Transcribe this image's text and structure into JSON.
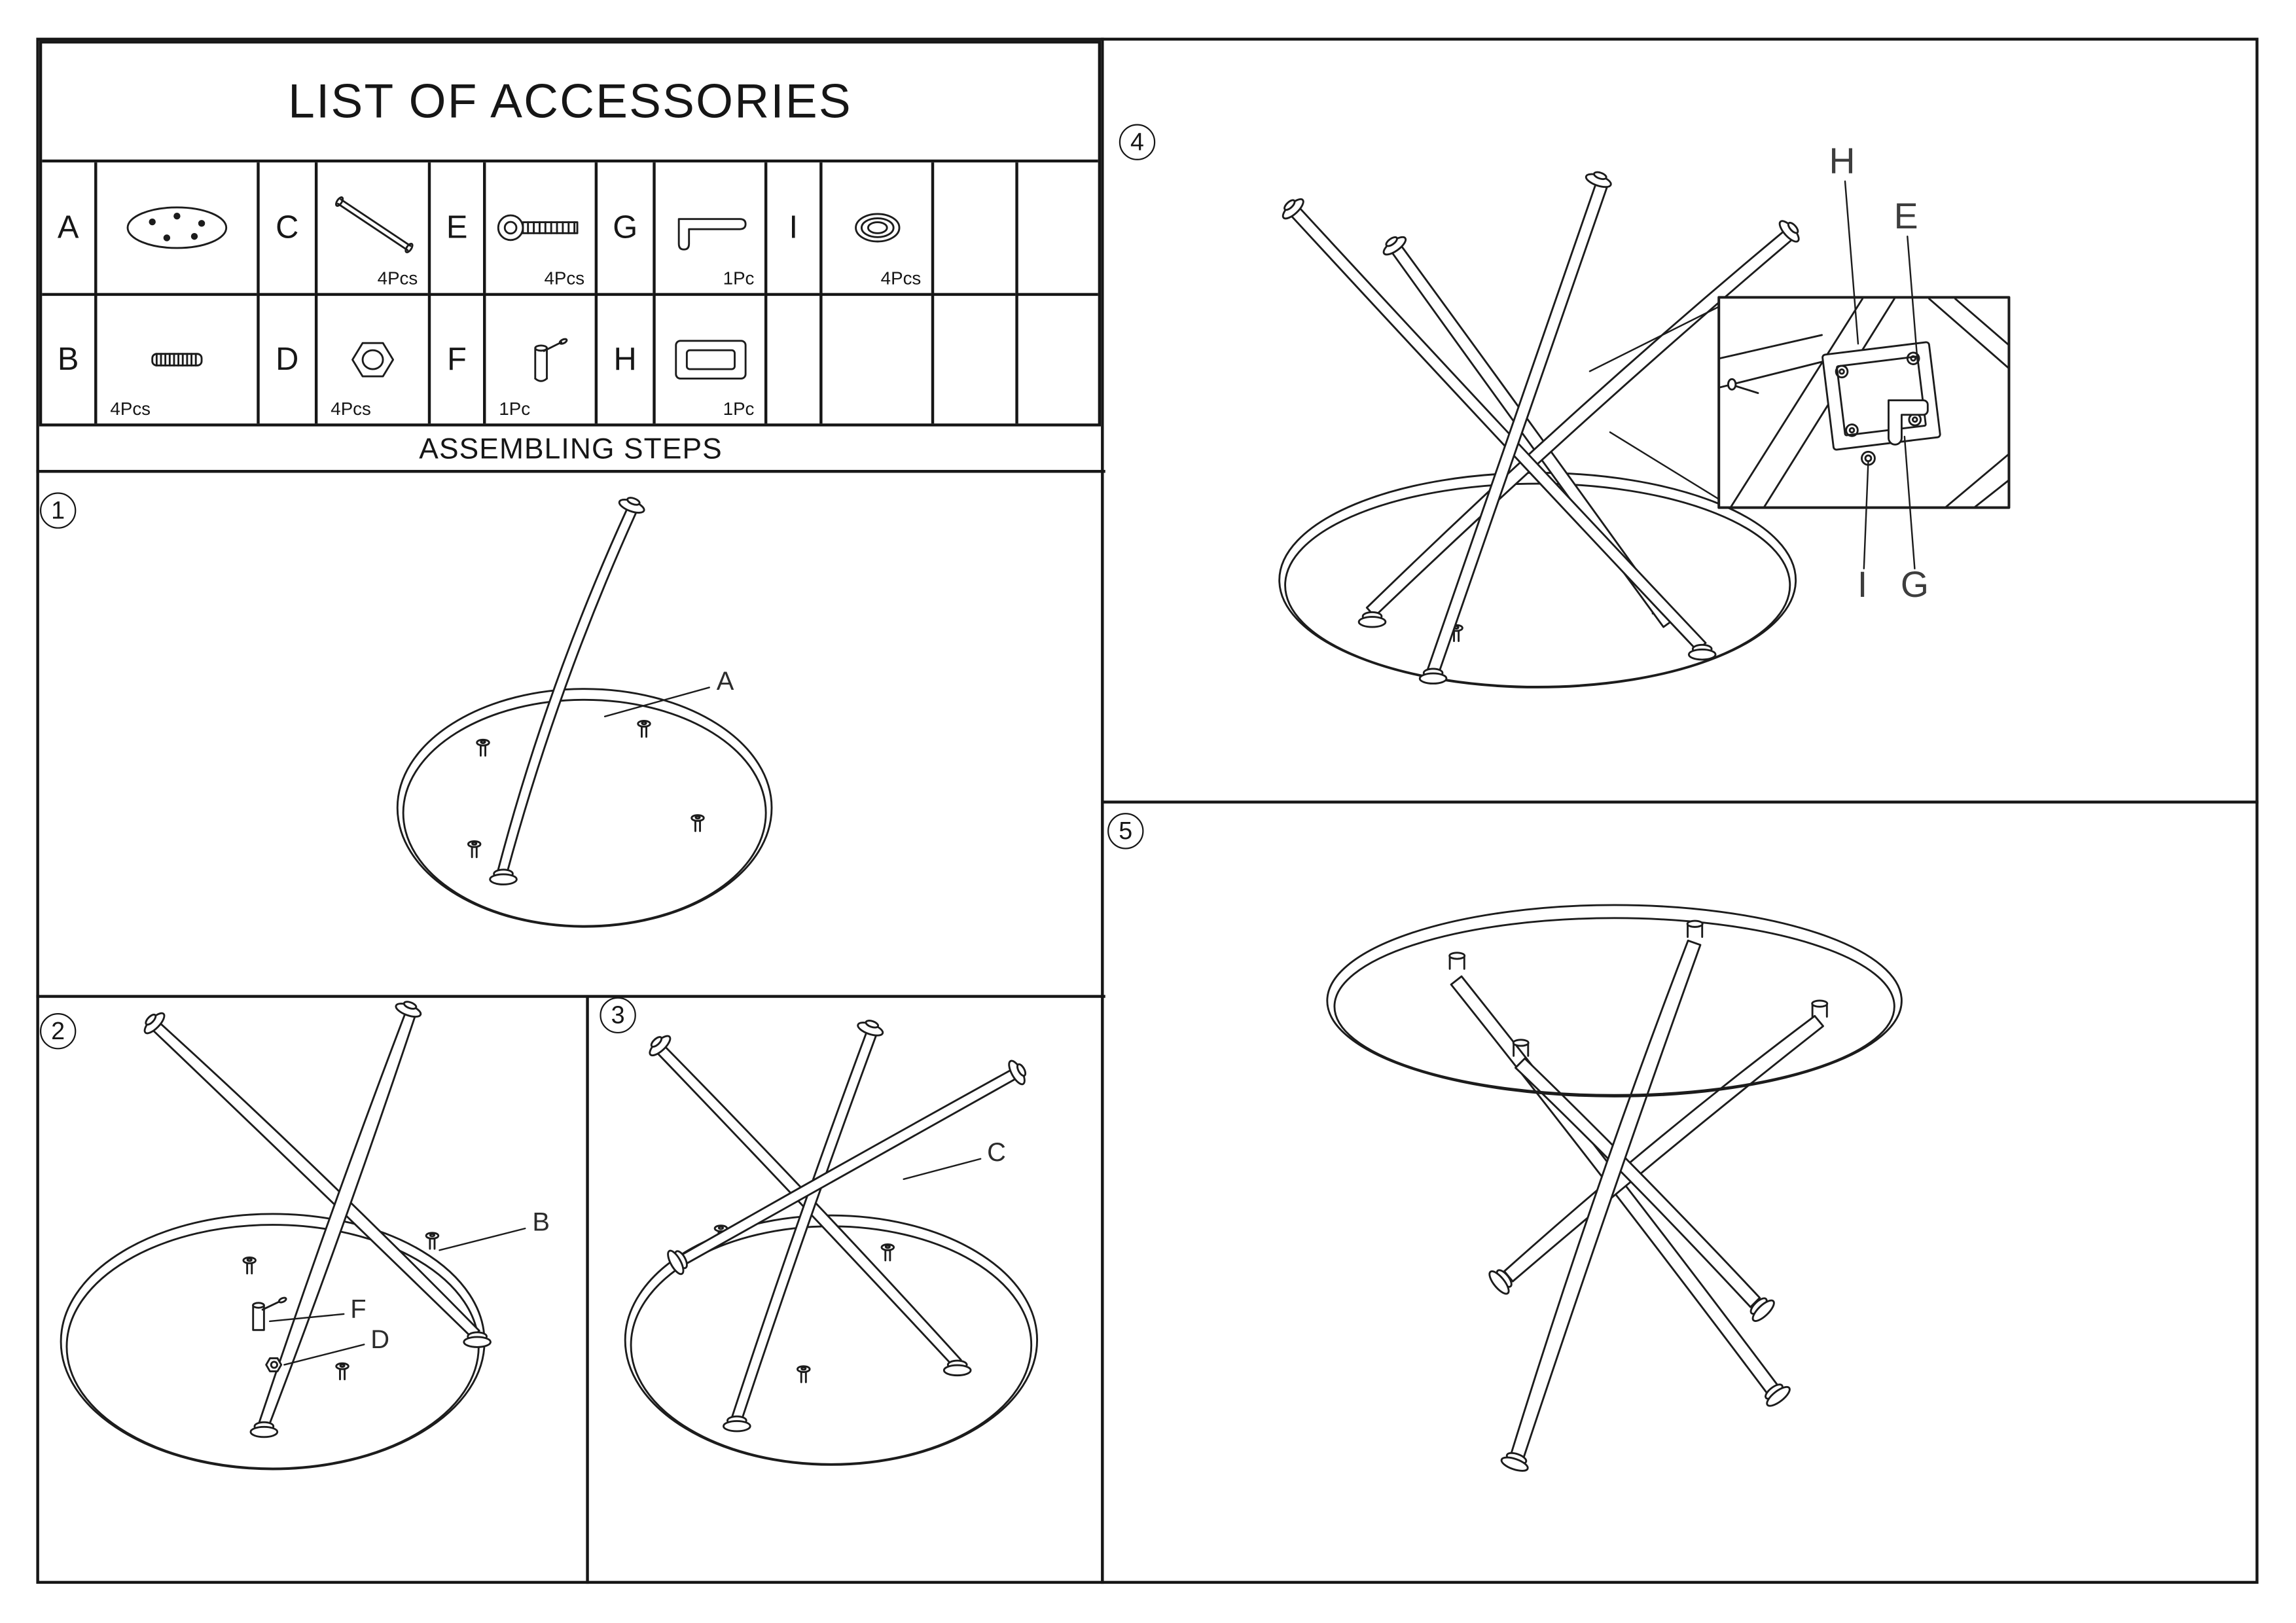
{
  "style": {
    "ink": "#1c1c1c",
    "paper": "#ffffff"
  },
  "sheet": {
    "accessories": {
      "title": "LIST OF ACCESSORIES",
      "row1": [
        {
          "letter": "A",
          "qty": "",
          "icon": "mounting-plate-icon"
        },
        {
          "letter": "C",
          "qty": "4Pcs",
          "icon": "leg-rod-icon"
        },
        {
          "letter": "E",
          "qty": "4Pcs",
          "icon": "machine-screw-icon"
        },
        {
          "letter": "G",
          "qty": "1Pc",
          "icon": "allen-key-icon"
        },
        {
          "letter": "I",
          "qty": "4Pcs",
          "icon": "washer-icon"
        }
      ],
      "row2": [
        {
          "letter": "B",
          "qty": "4Pcs",
          "icon": "threaded-stud-icon"
        },
        {
          "letter": "D",
          "qty": "4Pcs",
          "icon": "hex-nut-icon"
        },
        {
          "letter": "F",
          "qty": "1Pc",
          "icon": "spacer-bolt-icon"
        },
        {
          "letter": "H",
          "qty": "1Pc",
          "icon": "frame-bracket-icon"
        }
      ]
    },
    "assembling": {
      "header": "ASSEMBLING STEPS",
      "step1": {
        "number": "1",
        "labels": [
          "A"
        ]
      },
      "step2": {
        "number": "2",
        "labels": [
          "B",
          "F",
          "D"
        ]
      },
      "step3": {
        "number": "3",
        "labels": [
          "C"
        ]
      },
      "step4": {
        "number": "4",
        "labels": [
          "H",
          "E",
          "I",
          "G"
        ]
      },
      "step5": {
        "number": "5",
        "labels": []
      }
    }
  }
}
